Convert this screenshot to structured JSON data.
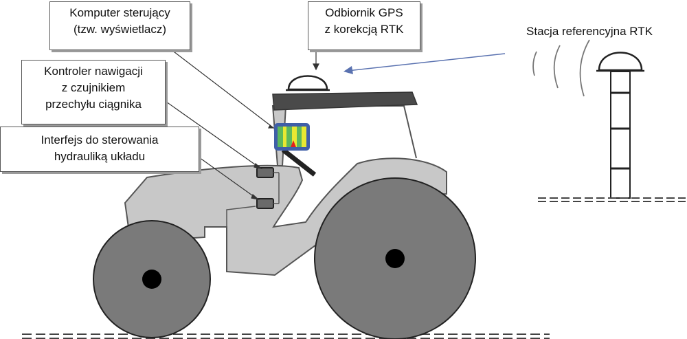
{
  "callouts": {
    "computer": {
      "line1": "Komputer sterujący",
      "line2": "(tzw. wyświetlacz)"
    },
    "gps": {
      "line1": "Odbiornik GPS",
      "line2": "z korekcją RTK"
    },
    "navigation": {
      "line1": "Kontroler nawigacji",
      "line2": "z czujnikiem",
      "line3": "przechyłu ciągnika"
    },
    "hydraulics": {
      "line1": "Interfejs do sterowania",
      "line2": "hydrauliką układu"
    }
  },
  "station": {
    "label": "Stacja referencyjna RTK"
  },
  "colors": {
    "body_fill": "#c8c8c8",
    "wheel_fill": "#7a7a7a",
    "roof_fill": "#4a4a4a",
    "arrow_blue": "#5a72b0",
    "display_green": "#5cb85c",
    "display_yellow": "#e8e832",
    "display_frame": "#3f5fa8"
  }
}
